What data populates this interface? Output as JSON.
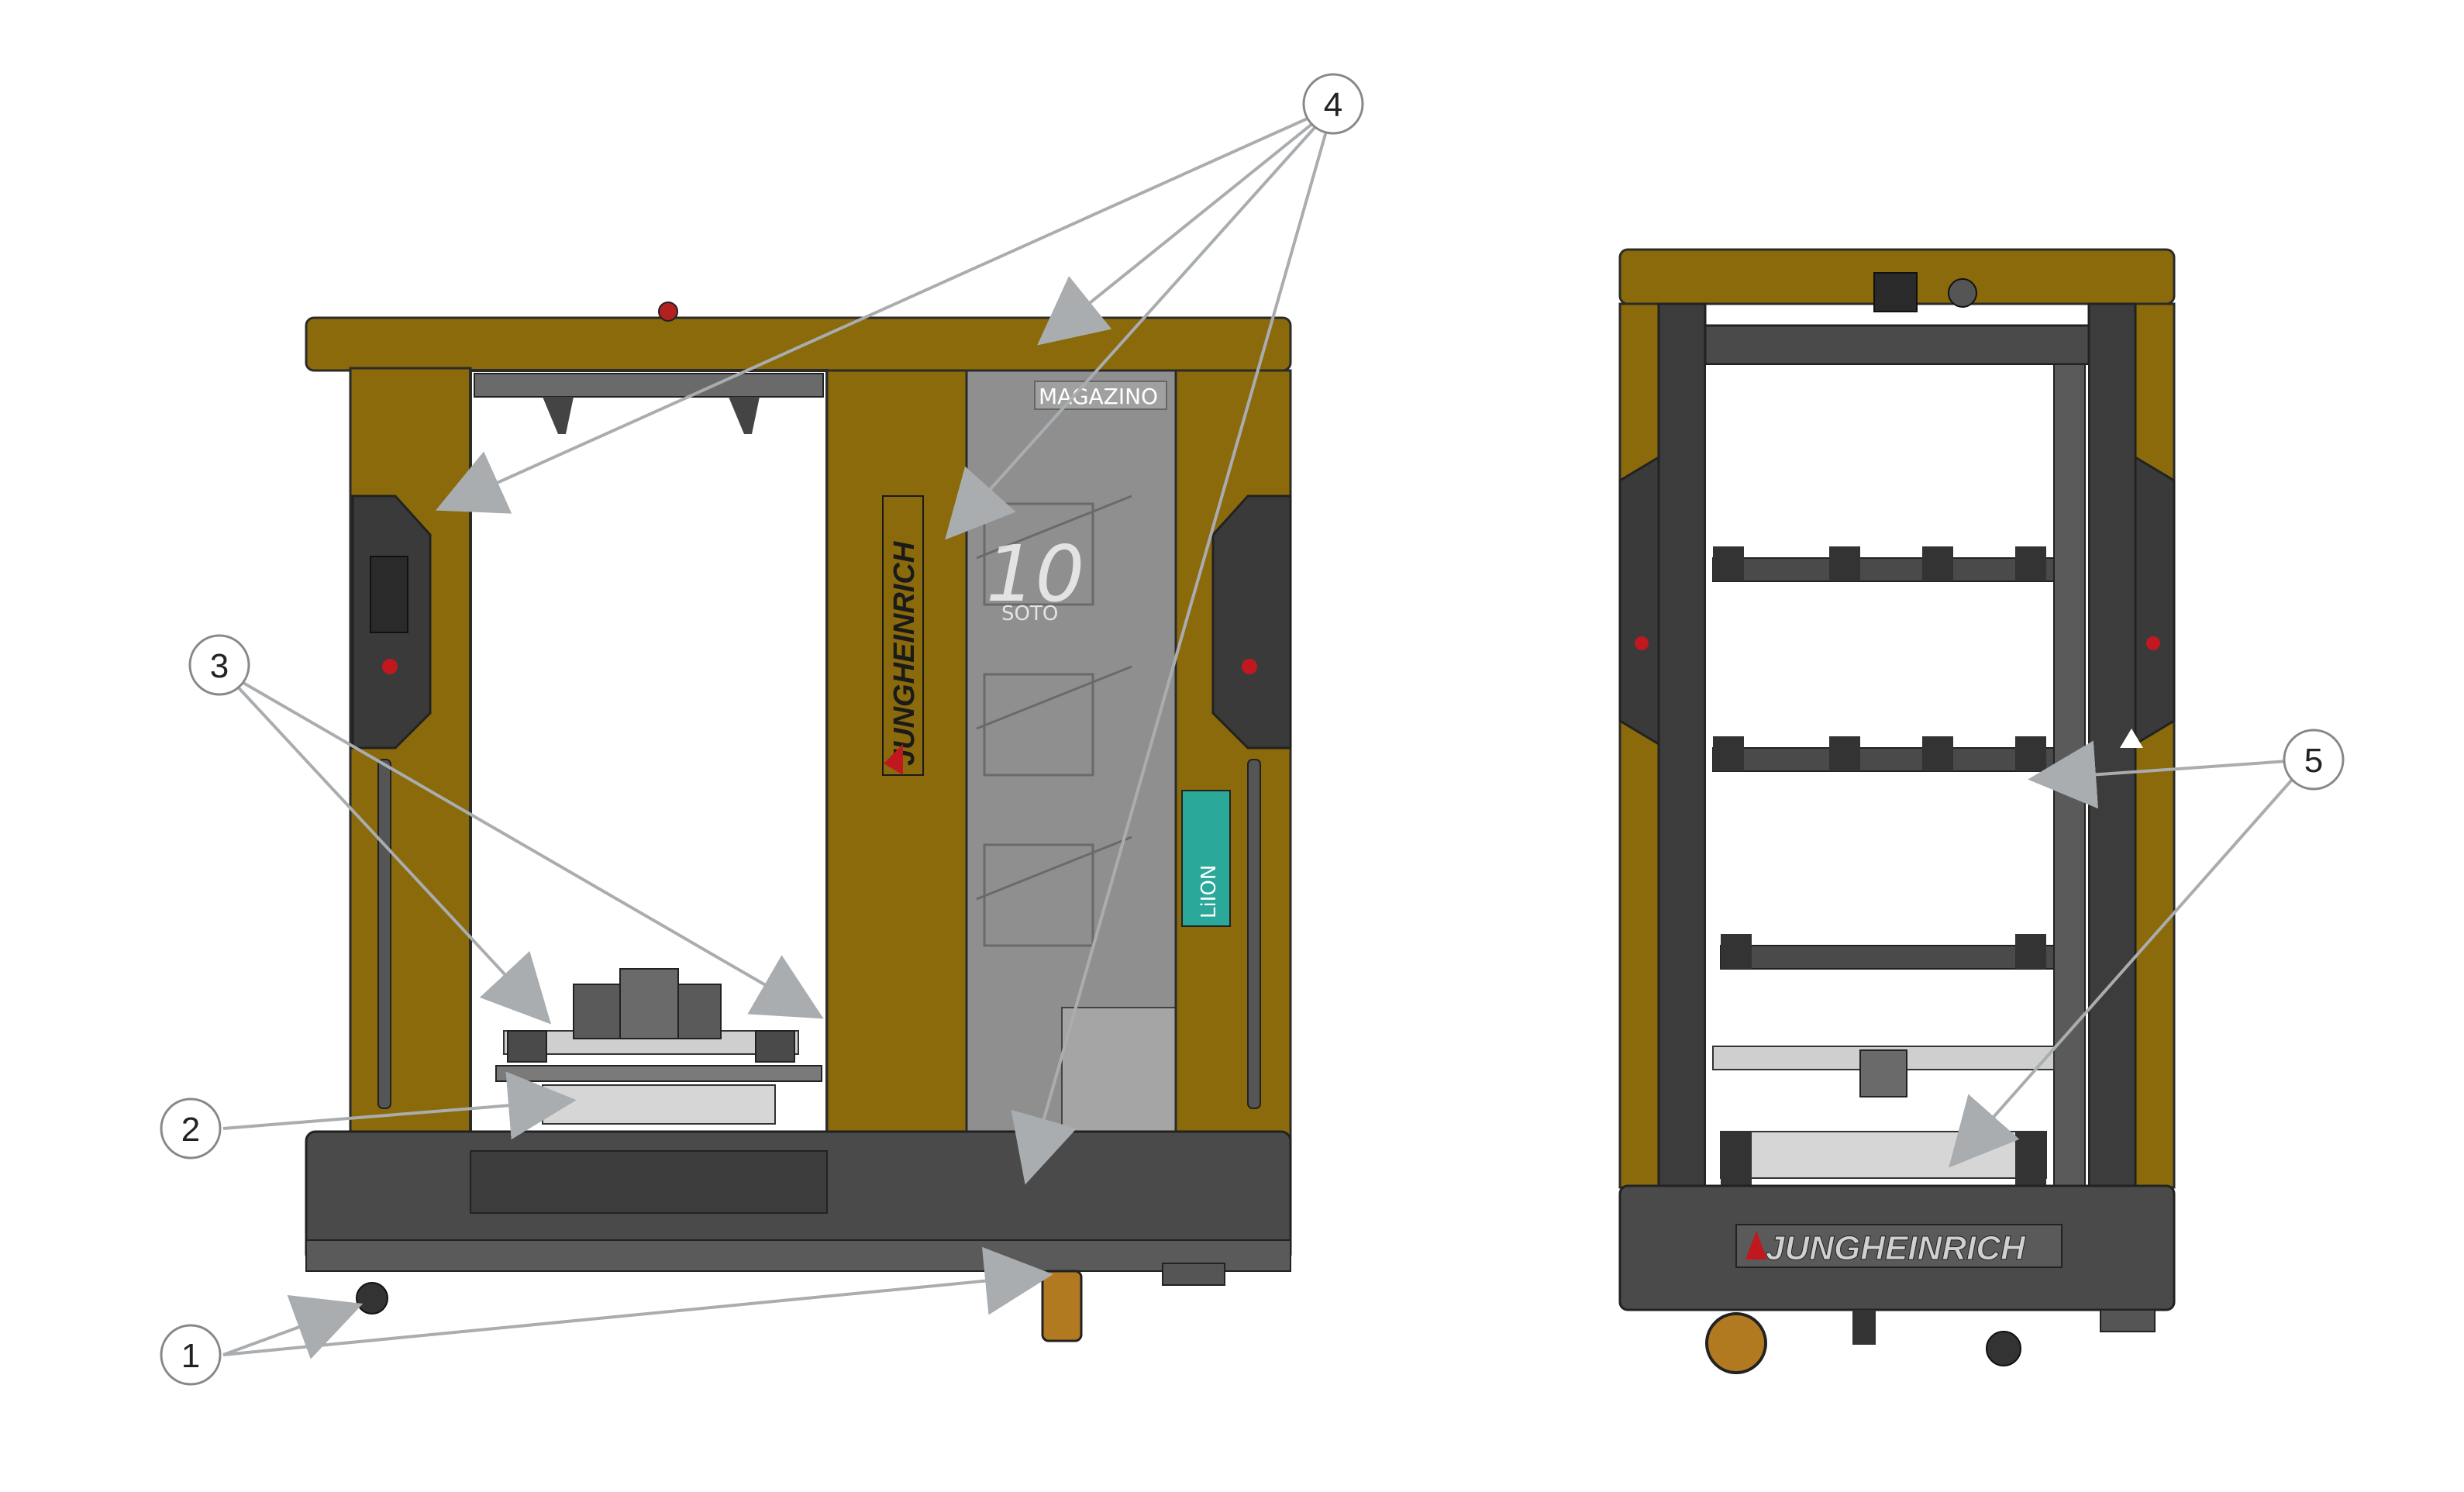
{
  "brand": {
    "name": "JUNGHEINRICH",
    "logo_color": "#1a1a1a",
    "arrow_color": "#c0181e"
  },
  "panel_labels": {
    "magazino": "MAGAZINO",
    "model_number": "10",
    "model_name": "SOTO",
    "battery": "LiION"
  },
  "callouts": [
    {
      "id": "1",
      "label": "1"
    },
    {
      "id": "2",
      "label": "2"
    },
    {
      "id": "3",
      "label": "3"
    },
    {
      "id": "4",
      "label": "4"
    },
    {
      "id": "5",
      "label": "5"
    }
  ],
  "colors": {
    "body_yellow": "#8a6a0a",
    "body_yellow_dark": "#6b5205",
    "frame_dark": "#3c3c3c",
    "base_dark": "#4a4a4a",
    "glass": "#8f8f8f",
    "leader_line": "#a9adb0",
    "teal": "#2aa89a"
  }
}
